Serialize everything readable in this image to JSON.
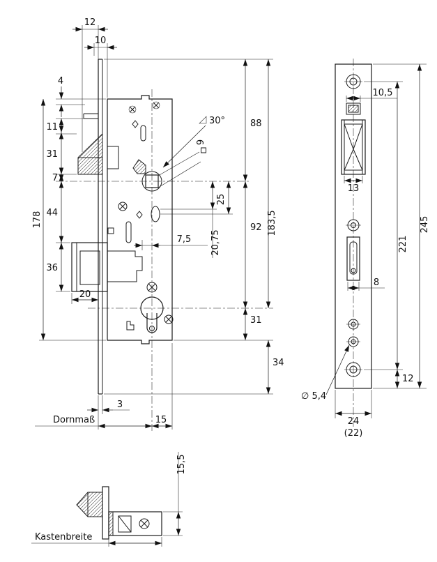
{
  "colors": {
    "line": "#1b1b1b",
    "background": "#ffffff"
  },
  "labels": {
    "dornmass": "Dornmaß",
    "kastenbreite": "Kastenbreite"
  },
  "dims_main": {
    "a12": "12",
    "a10": "10",
    "a4": "4",
    "a11": "11",
    "a31": "31",
    "a7": "7",
    "a44": "44",
    "a178": "178",
    "a36": "36",
    "a20": "20",
    "a3": "3",
    "a15": "15",
    "a88": "88",
    "a92": "92",
    "a1835": "183,5",
    "a31b": "31",
    "a34": "34",
    "a25": "25",
    "a2075": "20,75",
    "a75": "7,5",
    "a9": "9",
    "a30": "30°"
  },
  "dims_faceplate": {
    "a105": "10,5",
    "a13": "13",
    "a8": "8",
    "a245": "245",
    "a221": "221",
    "a12": "12",
    "a54": "∅ 5,4",
    "a24": "24",
    "a22": "(22)"
  },
  "dims_section": {
    "a155": "15,5"
  }
}
